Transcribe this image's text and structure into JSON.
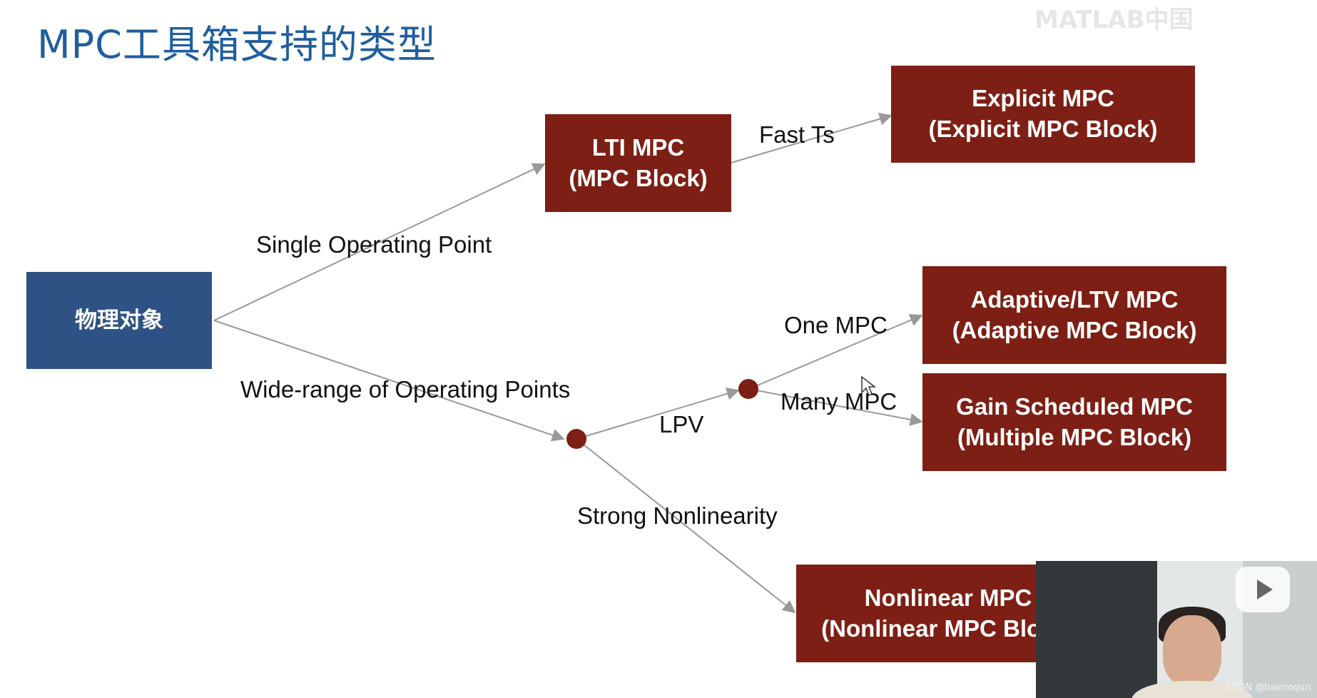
{
  "title": "MPC工具箱支持的类型",
  "watermark": "MATLAB中国",
  "credit": "CSDN @baimoqun",
  "colors": {
    "title": "#1f5e9e",
    "plant_box": "#2e5283",
    "mpc_box": "#7d1f14",
    "junction_dot": "#7d1f14",
    "edge": "#999999"
  },
  "nodes": {
    "plant": "物理对象",
    "lti": [
      "LTI MPC",
      "(MPC Block)"
    ],
    "explicit": [
      "Explicit MPC",
      "(Explicit MPC Block)"
    ],
    "adaptive": [
      "Adaptive/LTV MPC",
      "(Adaptive MPC Block)"
    ],
    "gain": [
      "Gain Scheduled MPC",
      "(Multiple MPC Block)"
    ],
    "nonlinear": [
      "Nonlinear MPC",
      "(Nonlinear MPC Block)"
    ]
  },
  "edge_labels": {
    "single": "Single Operating Point",
    "wide": "Wide-range of Operating Points",
    "fast": "Fast Ts",
    "lpv": "LPV",
    "one": "One MPC",
    "many": "Many MPC",
    "strong": "Strong Nonlinearity"
  },
  "icons": {
    "play": "play-icon",
    "cursor": "cursor-icon"
  }
}
